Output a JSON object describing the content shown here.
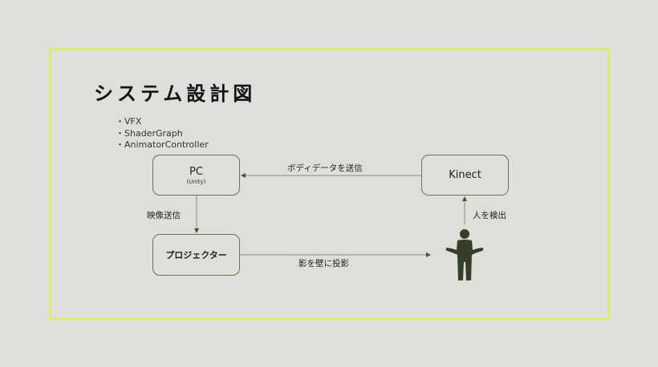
{
  "title": "システム設計図",
  "bullets": [
    "VFX",
    "ShaderGraph",
    "AnimatorController"
  ],
  "nodes": {
    "pc": {
      "label": "PC",
      "sublabel": "(Unity)"
    },
    "kinect": {
      "label": "Kinect"
    },
    "projector": {
      "label": "プロジェクター"
    },
    "person": {
      "icon": "person-icon"
    }
  },
  "edges": {
    "kinect_to_pc": "ボディデータを送信",
    "pc_to_projector": "映像送信",
    "projector_to_person": "影を壁に投影",
    "person_to_kinect": "人を検出"
  },
  "colors": {
    "frame": "#e2f03c",
    "box_border": "#6d7250",
    "person": "#353f28",
    "arrow": "#7a7d6e"
  }
}
